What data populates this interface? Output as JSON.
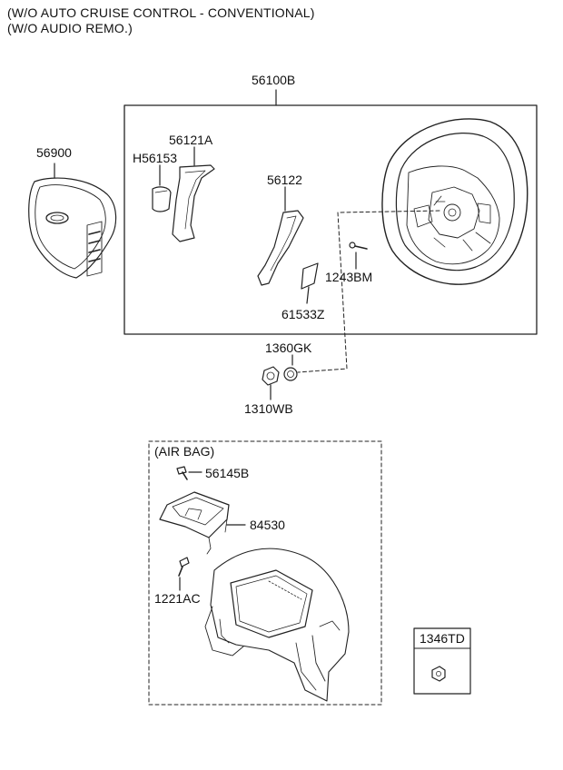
{
  "header": {
    "line1": "(W/O AUTO CRUISE CONTROL - CONVENTIONAL)",
    "line2": "(W/O AUDIO REMO.)"
  },
  "parts": {
    "steering_wheel_assy": "56100B",
    "airbag_module": "56900",
    "cover_56121a": "56121A",
    "cover_h56153": "H56153",
    "cover_56122": "56122",
    "switch_61533z": "61533Z",
    "bolt_1243bm": "1243BM",
    "washer_1360gk": "1360GK",
    "nut_1310wb": "1310WB",
    "bolt_56145b": "56145B",
    "passenger_airbag_84530": "84530",
    "bolt_1221ac": "1221AC",
    "nut_1346td": "1346TD"
  },
  "groups": {
    "airbag_group_label": "(AIR BAG)"
  }
}
